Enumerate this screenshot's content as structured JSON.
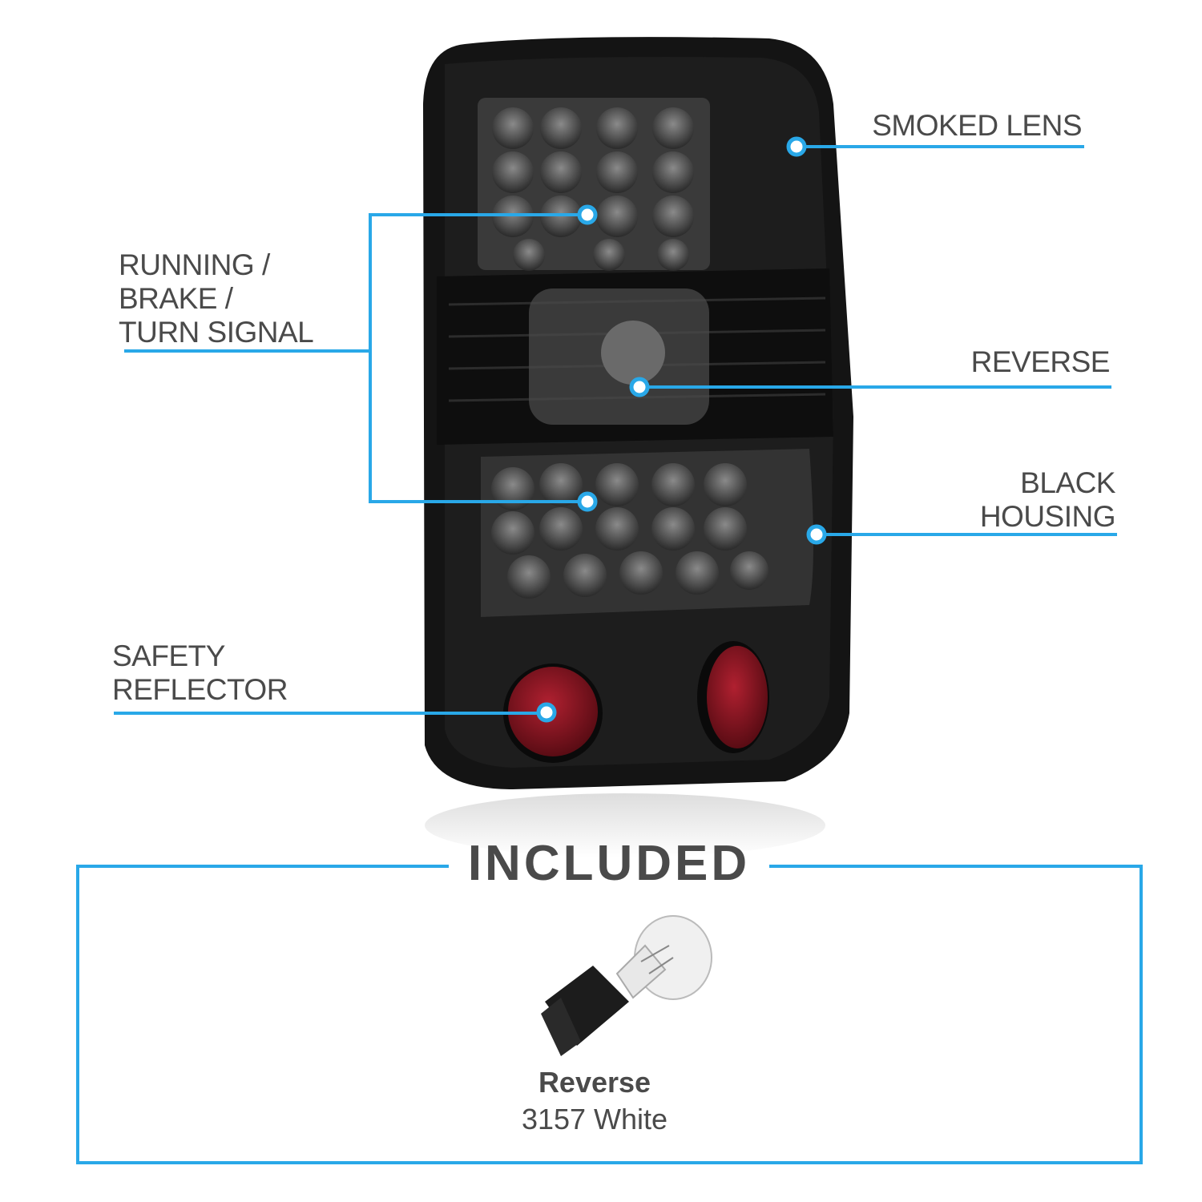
{
  "callouts": {
    "smoked_lens": "SMOKED LENS",
    "running_lines": [
      "RUNNING /",
      "BRAKE /",
      "TURN SIGNAL"
    ],
    "reverse": "REVERSE",
    "black_housing_lines": [
      "BLACK",
      "HOUSING"
    ],
    "safety_reflector_lines": [
      "SAFETY",
      "REFLECTOR"
    ]
  },
  "included": {
    "title": "INCLUDED",
    "items": [
      {
        "name": "Reverse",
        "spec": "3157 White"
      }
    ]
  },
  "colors": {
    "accent": "#29a8e8",
    "text": "#4a4a4a",
    "housing": "#151515",
    "reflector": "#8a1520"
  }
}
